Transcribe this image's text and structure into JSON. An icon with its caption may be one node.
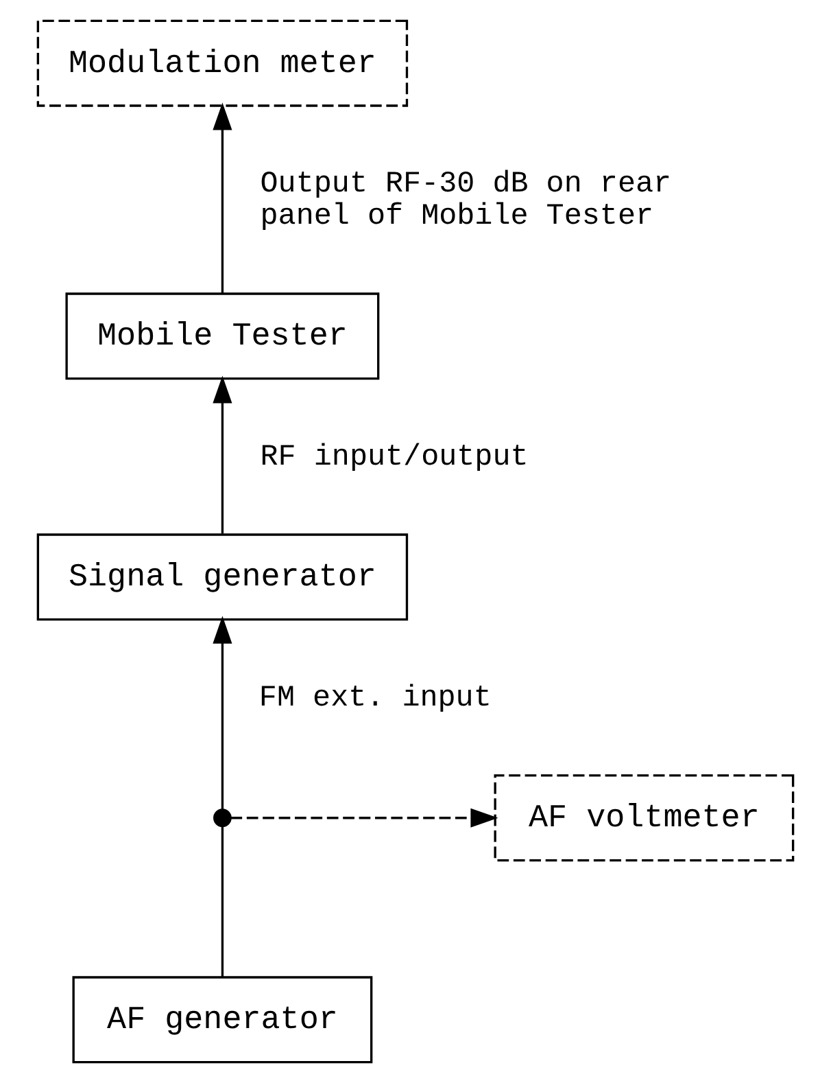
{
  "diagram": {
    "nodes": [
      {
        "text": [
          "Modulation meter"
        ]
      },
      {
        "text": [
          "Mobile Tester"
        ]
      },
      {
        "text": [
          "Signal generator"
        ]
      },
      {
        "text": [],
        "shape": "circle"
      },
      {
        "text": [
          "AF voltmeter"
        ]
      },
      {
        "text": [
          "AF generator"
        ]
      }
    ],
    "edges": [
      {
        "from": 5,
        "to": 3,
        "arrow": "none"
      },
      {
        "from": 3,
        "to": 2,
        "arrow": "to",
        "label": "FM ext. input"
      },
      {
        "from": 3,
        "to": 4,
        "arrow": "to",
        "style": "dashed"
      },
      {
        "from": 2,
        "to": 1,
        "arrow": "to",
        "label": "RF input/output"
      },
      {
        "from": 1,
        "to": 0,
        "arrow": "to",
        "label": "Output RF-30 dB on rear panel of Mobile Tester"
      }
    ]
  }
}
